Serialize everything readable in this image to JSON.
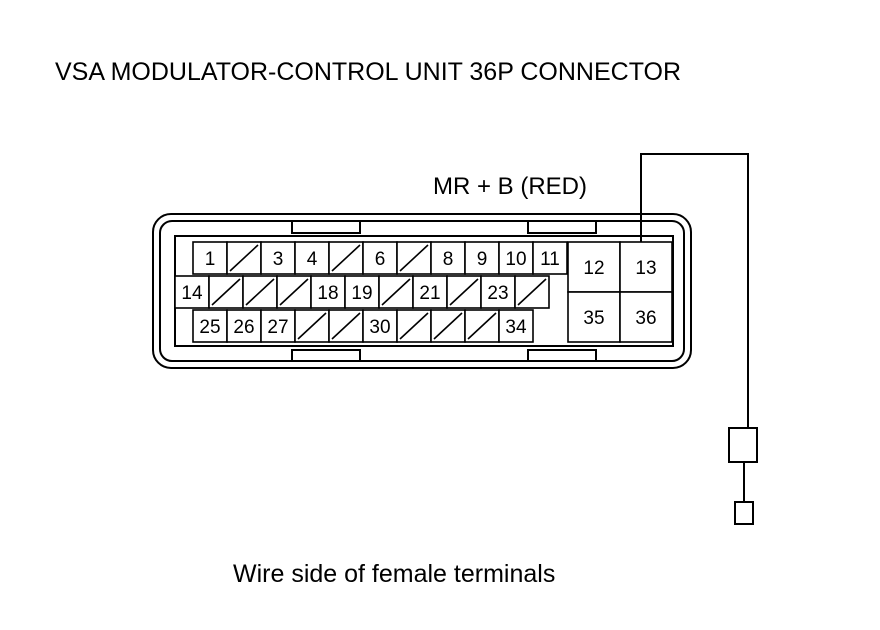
{
  "title": "VSA MODULATOR-CONTROL UNIT 36P CONNECTOR",
  "wire_label": "MR  + B (RED)",
  "caption": "Wire side of female terminals",
  "connector": {
    "row1": [
      "1",
      "",
      "3",
      "4",
      "",
      "6",
      "",
      "8",
      "9",
      "10",
      "11"
    ],
    "row2": [
      "14",
      "",
      "",
      "",
      "18",
      "19",
      "",
      "21",
      "",
      "23",
      ""
    ],
    "row3": [
      "25",
      "26",
      "27",
      "",
      "",
      "30",
      "",
      "",
      "",
      "34"
    ],
    "large_terminals": [
      "12",
      "13",
      "35",
      "36"
    ],
    "probed_terminal": "13"
  },
  "colors": {
    "line": "#000000",
    "background": "#ffffff"
  }
}
